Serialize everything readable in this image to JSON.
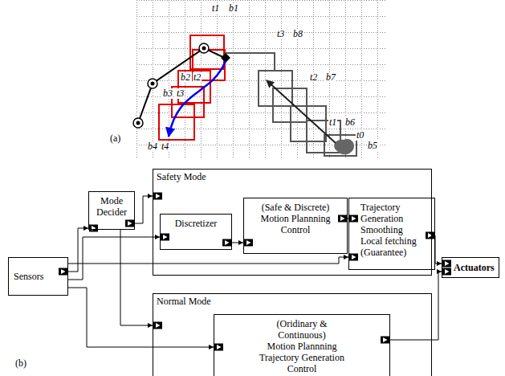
{
  "diagram": {
    "nodes": [
      {
        "text": [
          "Mode Decider"
        ]
      },
      {
        "text": [
          "Safety Mode"
        ]
      },
      {
        "text": [
          "Discretizer"
        ],
        "in": 1
      },
      {
        "text": [
          "(Safe & Discrete)",
          "Motion Plannning Control"
        ],
        "in": 1
      },
      {
        "text": [
          "Trajectory Generation",
          "Smoothing Local fetching (Guarantee)"
        ],
        "in": 1
      },
      {
        "text": [
          "Normal Mode"
        ]
      },
      {
        "text": [
          "(Oridinary & Continuous)",
          "Motion Plannning Trajectory Generation Control"
        ],
        "in": 5
      },
      {
        "text": [
          "Sensors"
        ]
      },
      {
        "text": [
          "Actuators"
        ]
      }
    ],
    "edges": [
      {
        "from": 7,
        "to": 0,
        "arrow": "to"
      },
      {
        "from": 0,
        "to": 1,
        "arrow": "to"
      },
      {
        "from": 0,
        "to": 5,
        "arrow": "to"
      },
      {
        "from": 7,
        "to": 2,
        "arrow": "to"
      },
      {
        "from": 2,
        "to": 3,
        "arrow": "to"
      },
      {
        "from": 3,
        "to": 4,
        "arrow": "to"
      },
      {
        "from": 7,
        "to": 4,
        "arrow": "to"
      },
      {
        "from": 7,
        "to": 6,
        "arrow": "to"
      },
      {
        "from": 4,
        "to": 8,
        "arrow": "to"
      },
      {
        "from": 6,
        "to": 8,
        "arrow": "to"
      }
    ],
    "labels": [
      "t1",
      "b1",
      "t3",
      "b8",
      "b2",
      "t2",
      "t2",
      "b7",
      "b3",
      "t3",
      "t1",
      "b6",
      "t0",
      "b5",
      "b4",
      "t4",
      "(a)",
      "(b)"
    ]
  }
}
